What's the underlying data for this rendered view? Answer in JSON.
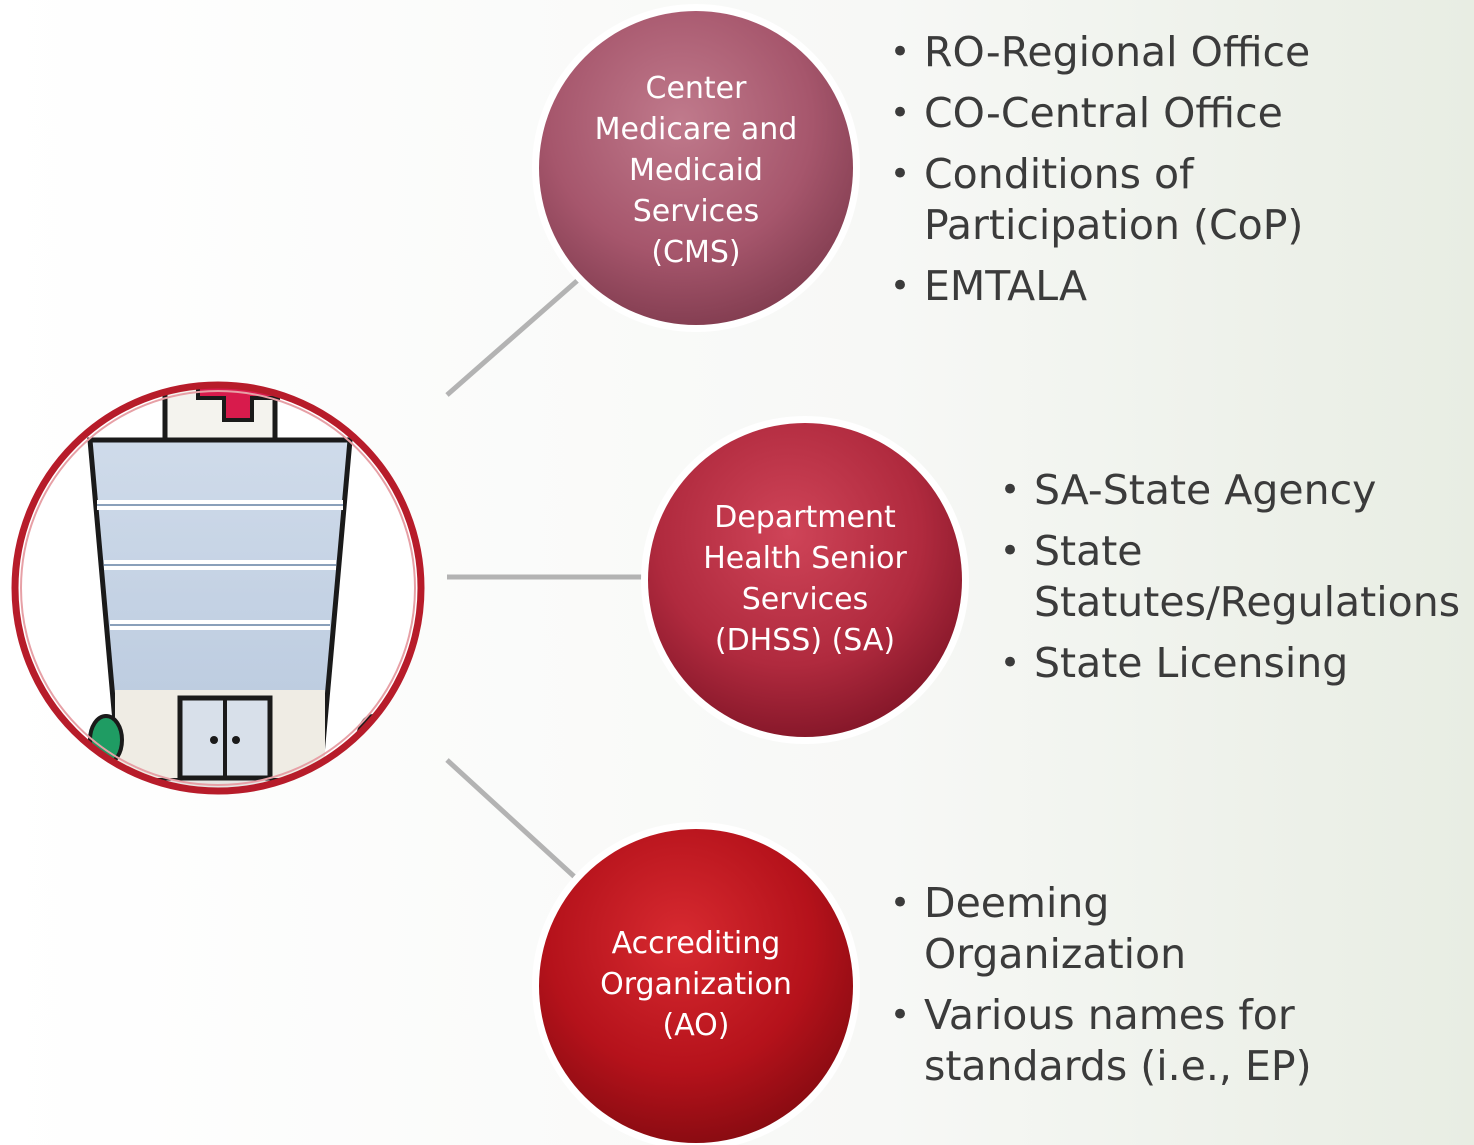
{
  "diagram": {
    "hub": {
      "icon": "hospital-icon"
    },
    "nodes": [
      {
        "id": "cms",
        "label": "Center\nMedicare and\nMedicaid\nServices\n(CMS)",
        "color": "#a6566c",
        "bullets": [
          "RO-Regional Office",
          "CO-Central Office",
          "Conditions of\nParticipation (CoP)",
          "EMTALA"
        ]
      },
      {
        "id": "dhss",
        "label": "Department\nHealth Senior\nServices\n(DHSS) (SA)",
        "color": "#b02a3e",
        "bullets": [
          "SA-State Agency",
          "State\nStatutes/Regulations",
          "State Licensing"
        ]
      },
      {
        "id": "ao",
        "label": "Accrediting\nOrganization\n(AO)",
        "color": "#b5121b",
        "bullets": [
          "Deeming\nOrganization",
          "Various names for\nstandards (i.e., EP)"
        ]
      }
    ],
    "colors": {
      "hub_ring": "#b71c2a",
      "connector": "#b3b3b3",
      "cross": "#d81b4c"
    }
  }
}
